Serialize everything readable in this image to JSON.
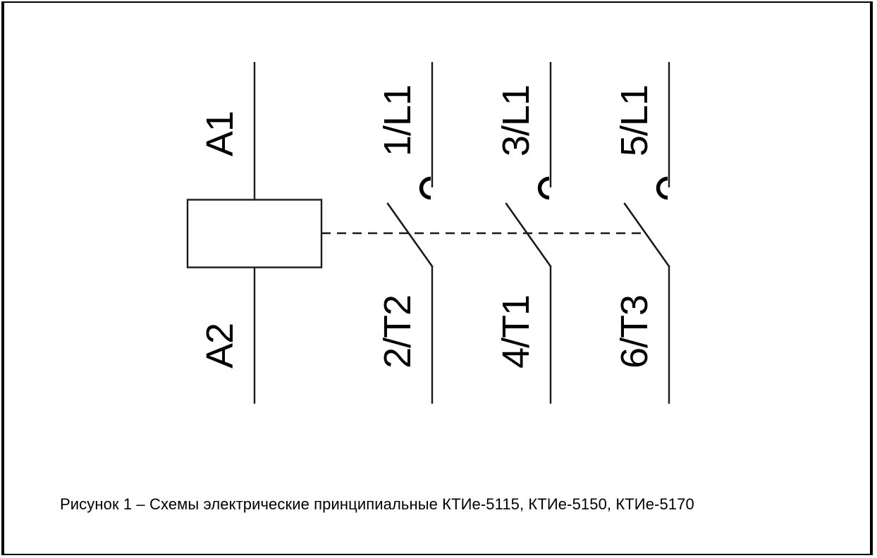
{
  "document": {
    "caption": "Рисунок 1 – Схемы электрические принципиальные КТИе-5115, КТИе-5150, КТИе-5170"
  },
  "diagram": {
    "type": "electrical-schematic",
    "description": "Contactor schematic: coil A1/A2 with three main contacts mechanically linked by a dashed line",
    "colors": {
      "line": "#1a1a1a",
      "background": "#ffffff",
      "border": "#000000"
    },
    "coil": {
      "name": "coil",
      "top_terminal_label": "A1",
      "bottom_terminal_label": "A2"
    },
    "contacts": [
      {
        "name": "contact-1",
        "top_label": "1/L1",
        "bottom_label": "2/T2"
      },
      {
        "name": "contact-2",
        "top_label": "3/L1",
        "bottom_label": "4/T1"
      },
      {
        "name": "contact-3",
        "top_label": "5/L1",
        "bottom_label": "6/T3"
      }
    ]
  },
  "chart_data": {
    "type": "diagram",
    "title": "Рисунок 1 – Схемы электрические принципиальные КТИе-5115, КТИе-5150, КТИе-5170",
    "nodes": [
      {
        "id": "coil",
        "labels": [
          "A1",
          "A2"
        ],
        "shape": "rectangle"
      },
      {
        "id": "contact-1",
        "labels": [
          "1/L1",
          "2/T2"
        ],
        "shape": "normally-open-contact"
      },
      {
        "id": "contact-2",
        "labels": [
          "3/L1",
          "4/T1"
        ],
        "shape": "normally-open-contact"
      },
      {
        "id": "contact-3",
        "labels": [
          "5/L1",
          "6/T3"
        ],
        "shape": "normally-open-contact"
      }
    ],
    "edges": [
      {
        "from": "coil",
        "to": "contact-1",
        "style": "dashed",
        "meaning": "mechanical-link"
      },
      {
        "from": "contact-1",
        "to": "contact-2",
        "style": "dashed",
        "meaning": "mechanical-link"
      },
      {
        "from": "contact-2",
        "to": "contact-3",
        "style": "dashed",
        "meaning": "mechanical-link"
      }
    ]
  }
}
